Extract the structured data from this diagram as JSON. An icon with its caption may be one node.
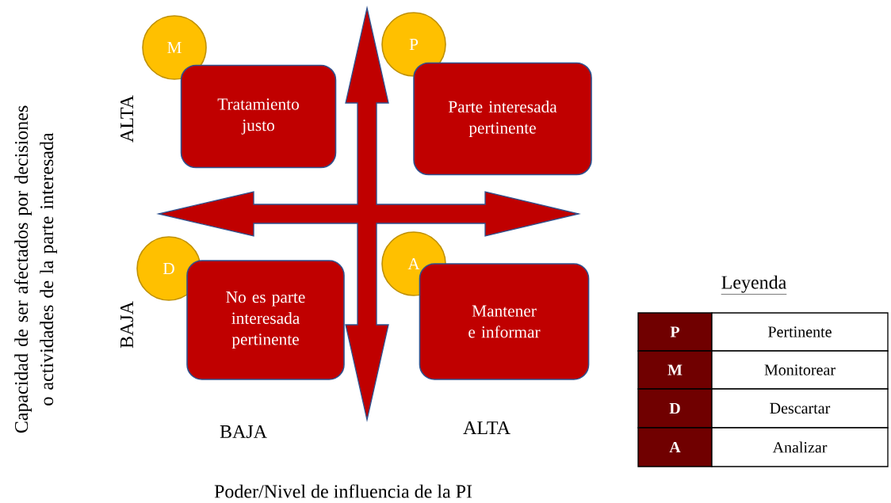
{
  "diagram": {
    "nodes": [
      {
        "text": [
          "M"
        ]
      },
      {
        "text": [
          "Tratamiento justo"
        ]
      },
      {
        "text": [
          "P"
        ]
      },
      {
        "text": [
          "Parte interesada pertinente"
        ]
      },
      {
        "text": [
          "D"
        ]
      },
      {
        "text": [
          "No es parte interesada pertinente"
        ]
      },
      {
        "text": [
          "A"
        ]
      },
      {
        "text": [
          "Mantener e informar"
        ]
      }
    ],
    "labels": [
      "Capacidad de ser afectados por decisiones o actividades de la parte interesada",
      "ALTA",
      "BAJA",
      "BAJA",
      "ALTA",
      "Poder/Nivel de influencia de la PI",
      "Leyenda",
      "P",
      "Pertinente",
      "M",
      "Monitorear",
      "D",
      "Descartar",
      "A",
      "Analizar"
    ]
  }
}
